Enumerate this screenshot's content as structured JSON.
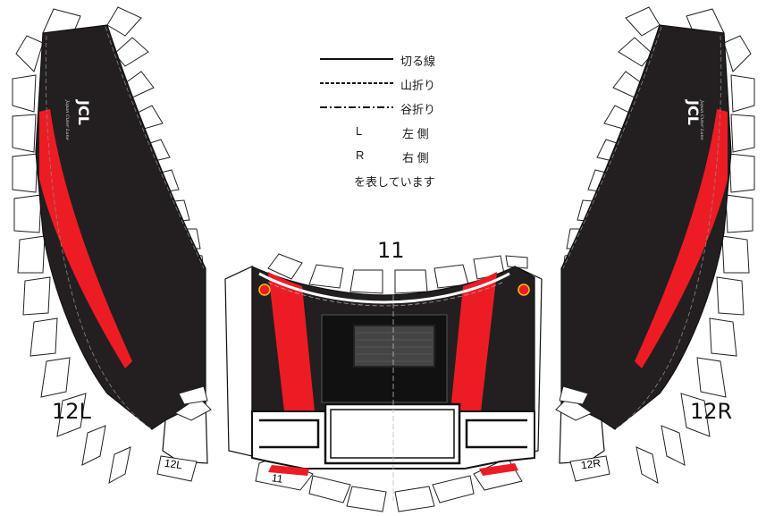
{
  "legend": {
    "cut": "切る線",
    "mountain": "山折り",
    "valley": "谷折り",
    "left_key": "L",
    "left_value": "左 側",
    "right_key": "R",
    "right_value": "右 側",
    "note": "を表しています"
  },
  "pieces": {
    "left": "12L",
    "right": "12R",
    "center": "11",
    "left_tab": "12L",
    "right_tab": "12R",
    "center_tab": "11"
  },
  "logo": {
    "mark": "JCL",
    "tagline": "Japan Cuter Lune"
  },
  "colors": {
    "body": "#231f20",
    "accent": "#ed1c24",
    "paper": "#ffffff",
    "line": "#111111"
  }
}
